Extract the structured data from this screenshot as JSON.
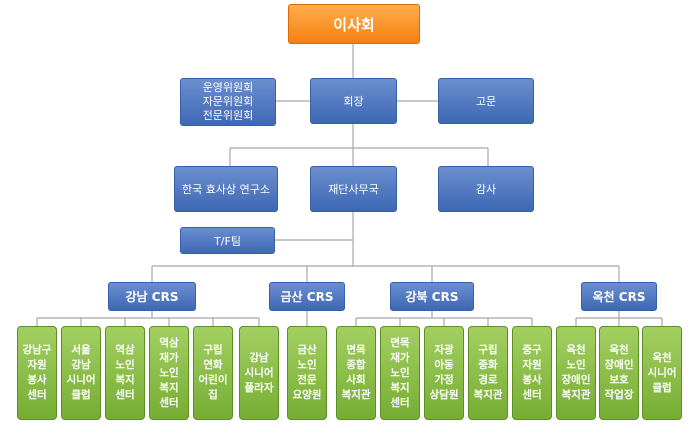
{
  "board": "이사회",
  "committees": "운영위원회\n자문위원회\n전문위원회",
  "chairman": "회장",
  "advisor": "고문",
  "institute": "한국 효사상 연구소",
  "secretariat": "재단사무국",
  "audit": "감사",
  "tf_team": "T/F팀",
  "regions": [
    {
      "label": "강남 CRS",
      "centers": [
        "강남구\n자원\n봉사\n센터",
        "서울\n강남\n시니어\n클럽",
        "역삼\n노인\n복지\n센터",
        "역삼\n재가\n노인\n복지\n센터",
        "구립\n연화\n어린이\n집",
        "강남\n시니어\n플라자"
      ]
    },
    {
      "label": "금산 CRS",
      "centers": [
        "금산\n노인\n전문\n요양원"
      ]
    },
    {
      "label": "강북 CRS",
      "centers": [
        "면목\n종합\n사회\n복지관",
        "면목\n재가\n노인\n복지\n센터",
        "자광\n아동\n가정\n상담원",
        "구립\n중화\n경로\n복지관",
        "중구\n자원\n봉사\n센터"
      ]
    },
    {
      "label": "옥천 CRS",
      "centers": [
        "옥천\n노인\n장애인\n복지관",
        "옥천\n장애인\n보호\n작업장",
        "옥천\n시니어\n클럽"
      ]
    }
  ]
}
